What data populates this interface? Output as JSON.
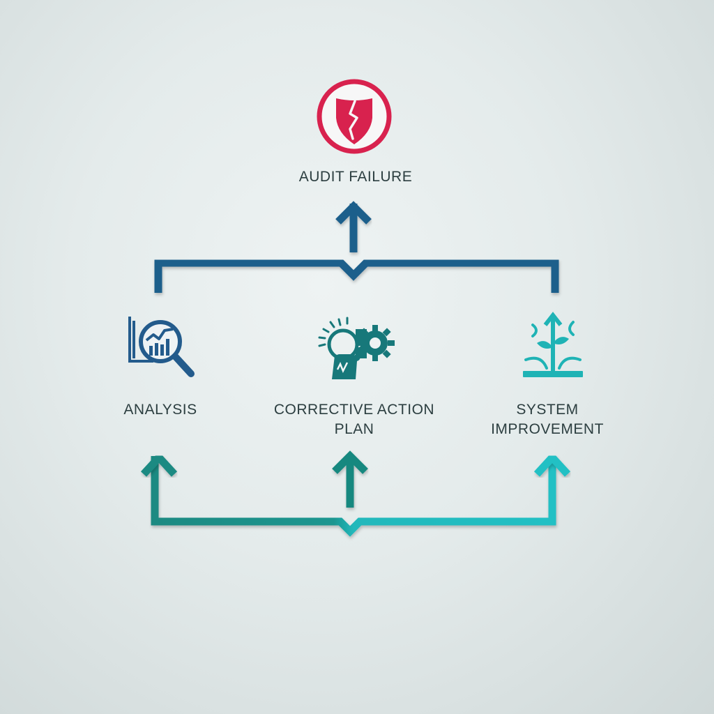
{
  "nodes": {
    "audit_failure": {
      "label": "AUDIT FAILURE",
      "icon": "broken-shield-icon"
    },
    "analysis": {
      "label": "ANALYSIS",
      "icon": "magnifier-chart-icon"
    },
    "corrective_action": {
      "label_line1": "CORRECTIVE ACTION",
      "label_line2": "PLAN",
      "icon": "puzzle-gear-icon"
    },
    "system_improvement": {
      "label_line1": "SYSTEM",
      "label_line2": "IMPROVEMENT",
      "icon": "growth-arrow-icon"
    }
  },
  "colors": {
    "alert": "#d8224e",
    "top_connector": "#1f5f8b",
    "bottom_connector_start": "#1a8a82",
    "bottom_connector_end": "#21c0c4",
    "analysis_icon": "#235b8c",
    "corrective_icon": "#17787a",
    "improvement_icon": "#1fb3b5",
    "text": "#2c3e40"
  }
}
